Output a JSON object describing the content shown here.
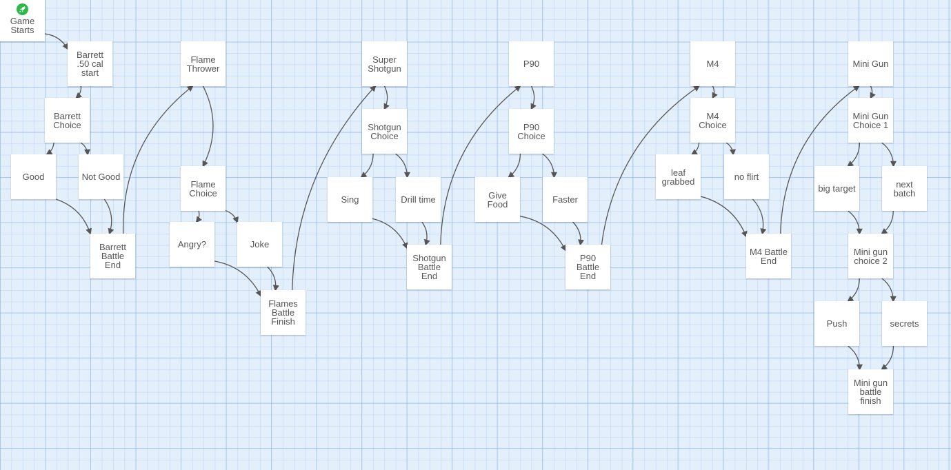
{
  "colors": {
    "start_badge": "#2db84a",
    "link_stroke": "#555555"
  },
  "start_icon": "rocket-icon",
  "passages": [
    {
      "id": "game-starts",
      "name": "Game Starts",
      "start": true
    },
    {
      "id": "barrett-50",
      "name": "Barrett .50 cal start"
    },
    {
      "id": "barrett-choice",
      "name": "Barrett Choice"
    },
    {
      "id": "good",
      "name": "Good"
    },
    {
      "id": "not-good",
      "name": "Not Good"
    },
    {
      "id": "barrett-end",
      "name": "Barrett Battle End"
    },
    {
      "id": "flame-thrower",
      "name": "Flame Thrower"
    },
    {
      "id": "flame-choice",
      "name": "Flame Choice"
    },
    {
      "id": "angry",
      "name": "Angry?"
    },
    {
      "id": "joke",
      "name": "Joke"
    },
    {
      "id": "flames-finish",
      "name": "Flames Battle Finish"
    },
    {
      "id": "super-shotgun",
      "name": "Super Shotgun"
    },
    {
      "id": "shotgun-choice",
      "name": "Shotgun Choice"
    },
    {
      "id": "sing",
      "name": "Sing"
    },
    {
      "id": "drill-time",
      "name": "Drill time"
    },
    {
      "id": "shotgun-end",
      "name": "Shotgun Battle End"
    },
    {
      "id": "p90",
      "name": "P90"
    },
    {
      "id": "p90-choice",
      "name": "P90 Choice"
    },
    {
      "id": "give-food",
      "name": "Give Food"
    },
    {
      "id": "faster",
      "name": "Faster"
    },
    {
      "id": "p90-end",
      "name": "P90 Battle End"
    },
    {
      "id": "m4",
      "name": "M4"
    },
    {
      "id": "m4-choice",
      "name": "M4 Choice"
    },
    {
      "id": "leaf-grabbed",
      "name": "leaf grabbed"
    },
    {
      "id": "no-flirt",
      "name": "no flirt"
    },
    {
      "id": "m4-end",
      "name": "M4 Battle End"
    },
    {
      "id": "mini-gun",
      "name": "Mini Gun"
    },
    {
      "id": "mini-gun-choice-1",
      "name": "Mini Gun Choice 1"
    },
    {
      "id": "big-target",
      "name": "big target"
    },
    {
      "id": "next-batch",
      "name": "next batch"
    },
    {
      "id": "mini-gun-choice-2",
      "name": "Mini gun choice 2"
    },
    {
      "id": "push",
      "name": "Push"
    },
    {
      "id": "secrets",
      "name": "secrets"
    },
    {
      "id": "mini-gun-finish",
      "name": "Mini gun battle finish"
    }
  ],
  "links": [
    [
      "game-starts",
      "barrett-50"
    ],
    [
      "barrett-50",
      "barrett-choice"
    ],
    [
      "barrett-choice",
      "good"
    ],
    [
      "barrett-choice",
      "not-good"
    ],
    [
      "good",
      "barrett-end"
    ],
    [
      "not-good",
      "barrett-end"
    ],
    [
      "barrett-end",
      "flame-thrower"
    ],
    [
      "flame-thrower",
      "flame-choice"
    ],
    [
      "flame-choice",
      "angry"
    ],
    [
      "flame-choice",
      "joke"
    ],
    [
      "angry",
      "flames-finish"
    ],
    [
      "joke",
      "flames-finish"
    ],
    [
      "flames-finish",
      "super-shotgun"
    ],
    [
      "super-shotgun",
      "shotgun-choice"
    ],
    [
      "shotgun-choice",
      "sing"
    ],
    [
      "shotgun-choice",
      "drill-time"
    ],
    [
      "sing",
      "shotgun-end"
    ],
    [
      "drill-time",
      "shotgun-end"
    ],
    [
      "shotgun-end",
      "p90"
    ],
    [
      "p90",
      "p90-choice"
    ],
    [
      "p90-choice",
      "give-food"
    ],
    [
      "p90-choice",
      "faster"
    ],
    [
      "give-food",
      "p90-end"
    ],
    [
      "faster",
      "p90-end"
    ],
    [
      "p90-end",
      "m4"
    ],
    [
      "m4",
      "m4-choice"
    ],
    [
      "m4-choice",
      "leaf-grabbed"
    ],
    [
      "m4-choice",
      "no-flirt"
    ],
    [
      "leaf-grabbed",
      "m4-end"
    ],
    [
      "no-flirt",
      "m4-end"
    ],
    [
      "m4-end",
      "mini-gun"
    ],
    [
      "mini-gun",
      "mini-gun-choice-1"
    ],
    [
      "mini-gun-choice-1",
      "big-target"
    ],
    [
      "mini-gun-choice-1",
      "next-batch"
    ],
    [
      "big-target",
      "mini-gun-choice-2"
    ],
    [
      "next-batch",
      "mini-gun-choice-2"
    ],
    [
      "mini-gun-choice-2",
      "push"
    ],
    [
      "mini-gun-choice-2",
      "secrets"
    ],
    [
      "push",
      "mini-gun-finish"
    ],
    [
      "secrets",
      "mini-gun-finish"
    ]
  ]
}
